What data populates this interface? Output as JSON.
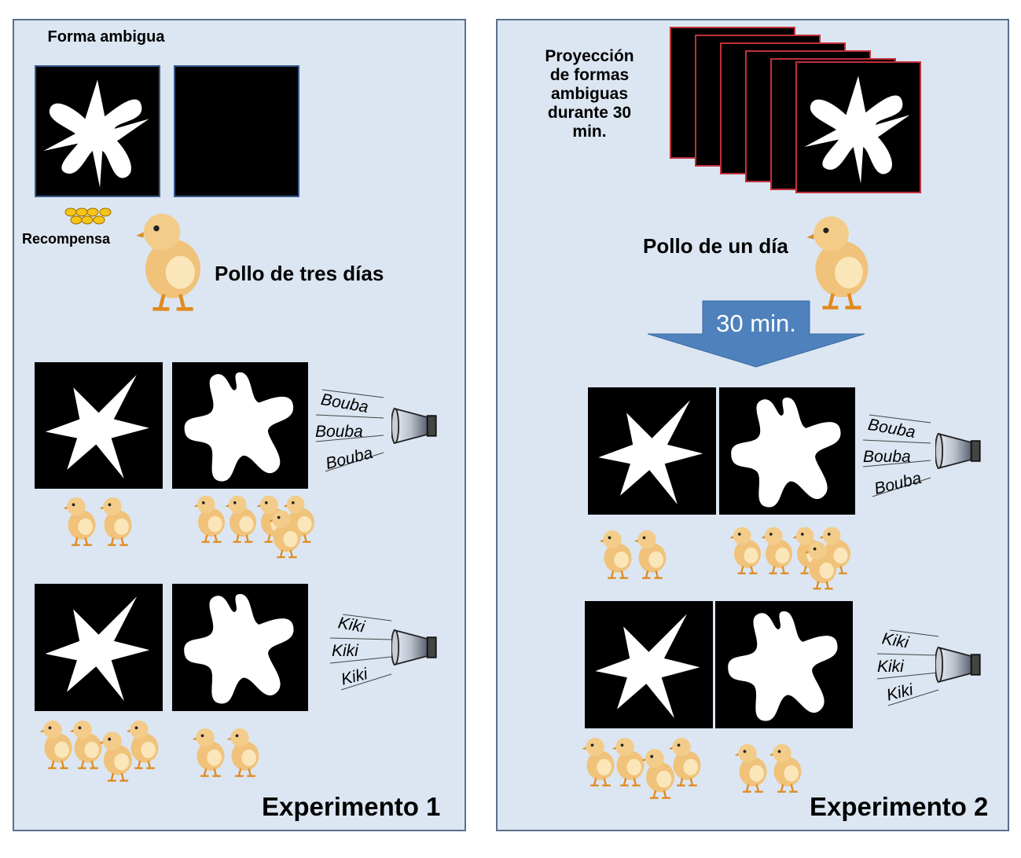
{
  "experiment1": {
    "title": "Experimento 1",
    "ambiguous_shape_label": "Forma ambigua",
    "reward_label": "Recompensa",
    "chick_label": "Pollo de tres días",
    "trial_bouba": {
      "sound": "Bouba",
      "sound_repeats": [
        "Bouba",
        "Bouba",
        "Bouba"
      ],
      "chicks_spiky": 2,
      "chicks_round": 5
    },
    "trial_kiki": {
      "sound": "Kiki",
      "sound_repeats": [
        "Kiki",
        "Kiki",
        "Kiki"
      ],
      "chicks_spiky": 4,
      "chicks_round": 2
    }
  },
  "experiment2": {
    "title": "Experimento 2",
    "projection_label": "Proyección de formas ambiguas durante 30 min.",
    "chick_label": "Pollo de un día",
    "arrow_label": "30 min.",
    "trial_bouba": {
      "sound": "Bouba",
      "sound_repeats": [
        "Bouba",
        "Bouba",
        "Bouba"
      ],
      "chicks_spiky": 2,
      "chicks_round": 5
    },
    "trial_kiki": {
      "sound": "Kiki",
      "sound_repeats": [
        "Kiki",
        "Kiki",
        "Kiki"
      ],
      "chicks_spiky": 4,
      "chicks_round": 2
    }
  },
  "colors": {
    "panel_bg": "#dce6f2",
    "panel_border": "#5a6f8c",
    "arrow": "#4f81bd",
    "frame_red": "#c0303a",
    "reward": "#f5c518"
  },
  "icons": [
    "chick-icon",
    "speaker-icon",
    "reward-pellets-icon",
    "spiky-shape-icon",
    "round-shape-icon",
    "ambiguous-shape-icon"
  ]
}
